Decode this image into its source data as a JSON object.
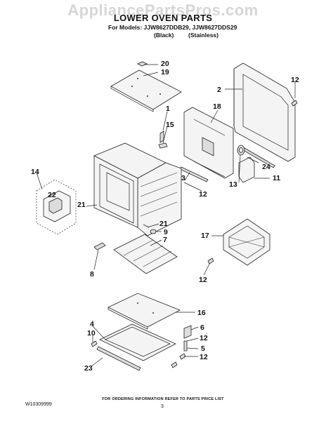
{
  "watermark": "AppliancePartsPros.com",
  "title": "LOWER OVEN PARTS",
  "models_line": "For Models: JJW8627DDB29, JJW8627DDS29",
  "finish_black": "(Black)",
  "finish_stainless": "(Stainless)",
  "footer_note": "FOR ORDERING INFORMATION REFER TO PARTS PRICE LIST",
  "page_number": "3",
  "document_number": "W10309999",
  "callouts": {
    "c20": "20",
    "c19": "19",
    "c2": "2",
    "c12a": "12",
    "c18": "18",
    "c1": "1",
    "c15": "15",
    "c24": "24",
    "c14": "14",
    "c22": "22",
    "c3": "3",
    "c13": "13",
    "c11": "11",
    "c21a": "21",
    "c12b": "12",
    "c21b": "21",
    "c9": "9",
    "c7": "7",
    "c17": "17",
    "c8": "8",
    "c12c": "12",
    "c16": "16",
    "c4": "4",
    "c6": "6",
    "c10": "10",
    "c12d": "12",
    "c5": "5",
    "c12e": "12",
    "c23": "23"
  }
}
